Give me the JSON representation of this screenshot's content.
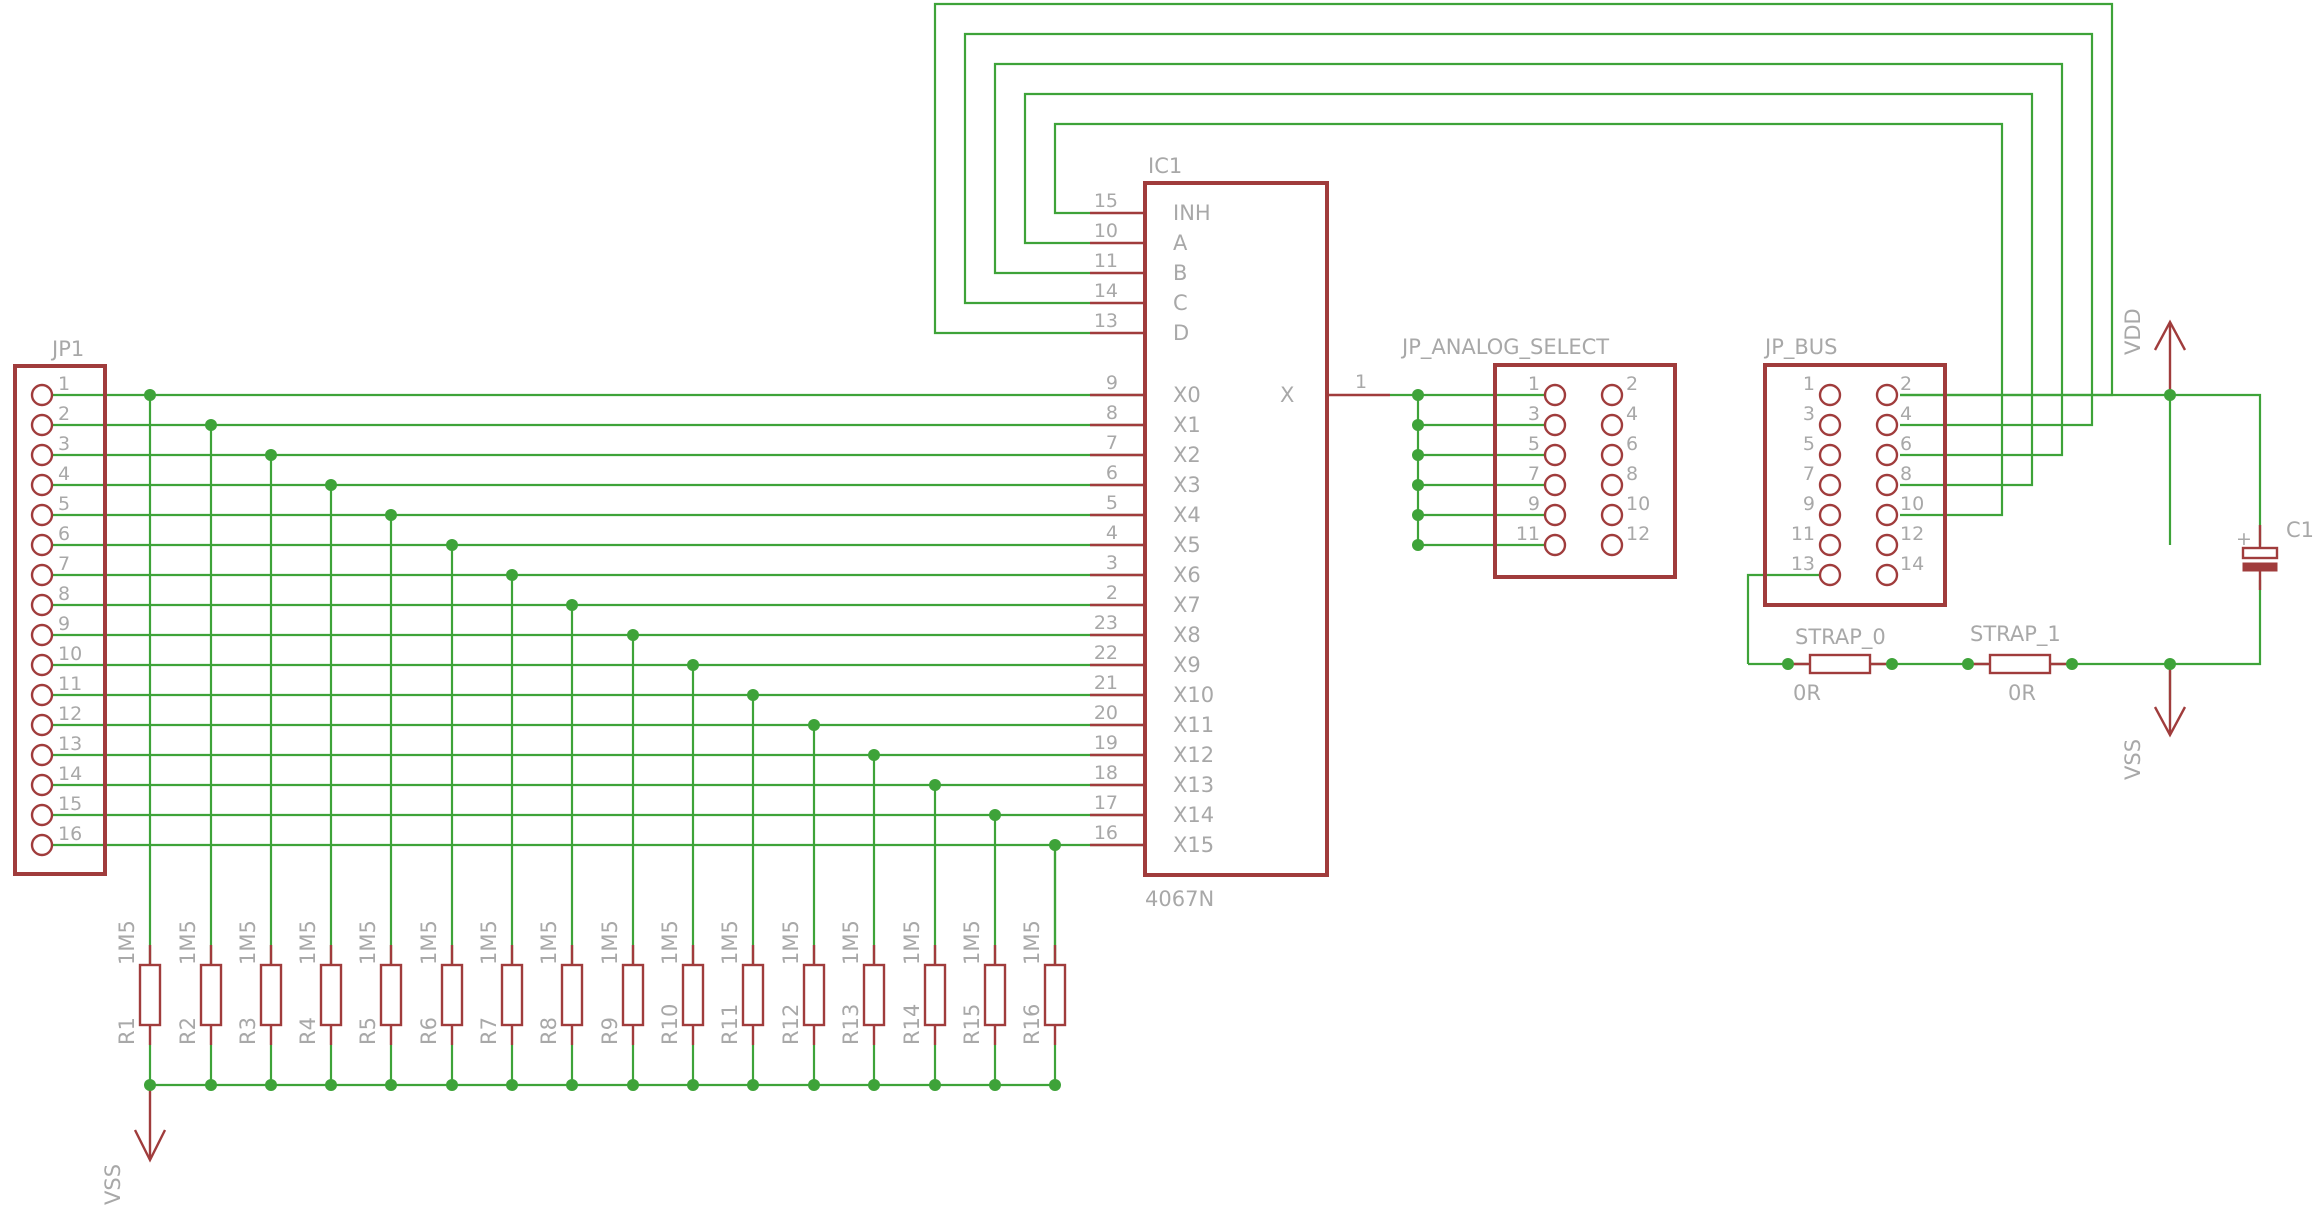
{
  "schematic": {
    "jp1": {
      "name": "JP1",
      "pins": [
        "1",
        "2",
        "3",
        "4",
        "5",
        "6",
        "7",
        "8",
        "9",
        "10",
        "11",
        "12",
        "13",
        "14",
        "15",
        "16"
      ]
    },
    "ic1": {
      "name": "IC1",
      "value": "4067N",
      "control_pins": [
        {
          "num": "15",
          "label": "INH"
        },
        {
          "num": "10",
          "label": "A"
        },
        {
          "num": "11",
          "label": "B"
        },
        {
          "num": "14",
          "label": "C"
        },
        {
          "num": "13",
          "label": "D"
        }
      ],
      "input_pins": [
        {
          "num": "9",
          "label": "X0"
        },
        {
          "num": "8",
          "label": "X1"
        },
        {
          "num": "7",
          "label": "X2"
        },
        {
          "num": "6",
          "label": "X3"
        },
        {
          "num": "5",
          "label": "X4"
        },
        {
          "num": "4",
          "label": "X5"
        },
        {
          "num": "3",
          "label": "X6"
        },
        {
          "num": "2",
          "label": "X7"
        },
        {
          "num": "23",
          "label": "X8"
        },
        {
          "num": "22",
          "label": "X9"
        },
        {
          "num": "21",
          "label": "X10"
        },
        {
          "num": "20",
          "label": "X11"
        },
        {
          "num": "19",
          "label": "X12"
        },
        {
          "num": "18",
          "label": "X13"
        },
        {
          "num": "17",
          "label": "X14"
        },
        {
          "num": "16",
          "label": "X15"
        }
      ],
      "output_pin": {
        "num": "1",
        "label": "X"
      }
    },
    "jp_analog": {
      "name": "JP_ANALOG_SELECT",
      "left": [
        "1",
        "3",
        "5",
        "7",
        "9",
        "11"
      ],
      "right": [
        "2",
        "4",
        "6",
        "8",
        "10",
        "12"
      ]
    },
    "jp_bus": {
      "name": "JP_BUS",
      "left": [
        "1",
        "3",
        "5",
        "7",
        "9",
        "11",
        "13"
      ],
      "right": [
        "2",
        "4",
        "6",
        "8",
        "10",
        "12",
        "14"
      ]
    },
    "resistors": [
      {
        "name": "R1",
        "value": "1M5"
      },
      {
        "name": "R2",
        "value": "1M5"
      },
      {
        "name": "R3",
        "value": "1M5"
      },
      {
        "name": "R4",
        "value": "1M5"
      },
      {
        "name": "R5",
        "value": "1M5"
      },
      {
        "name": "R6",
        "value": "1M5"
      },
      {
        "name": "R7",
        "value": "1M5"
      },
      {
        "name": "R8",
        "value": "1M5"
      },
      {
        "name": "R9",
        "value": "1M5"
      },
      {
        "name": "R10",
        "value": "1M5"
      },
      {
        "name": "R11",
        "value": "1M5"
      },
      {
        "name": "R12",
        "value": "1M5"
      },
      {
        "name": "R13",
        "value": "1M5"
      },
      {
        "name": "R14",
        "value": "1M5"
      },
      {
        "name": "R15",
        "value": "1M5"
      },
      {
        "name": "R16",
        "value": "1M5"
      }
    ],
    "straps": [
      {
        "name": "STRAP_0",
        "value": "0R"
      },
      {
        "name": "STRAP_1",
        "value": "0R"
      }
    ],
    "capacitor": {
      "name": "C1",
      "polarity": "+"
    },
    "supply": {
      "vdd": "VDD",
      "vss": "VSS"
    }
  },
  "colors": {
    "wire": "#3ea339",
    "part": "#a03c3c",
    "text": "#a8a8a8"
  }
}
